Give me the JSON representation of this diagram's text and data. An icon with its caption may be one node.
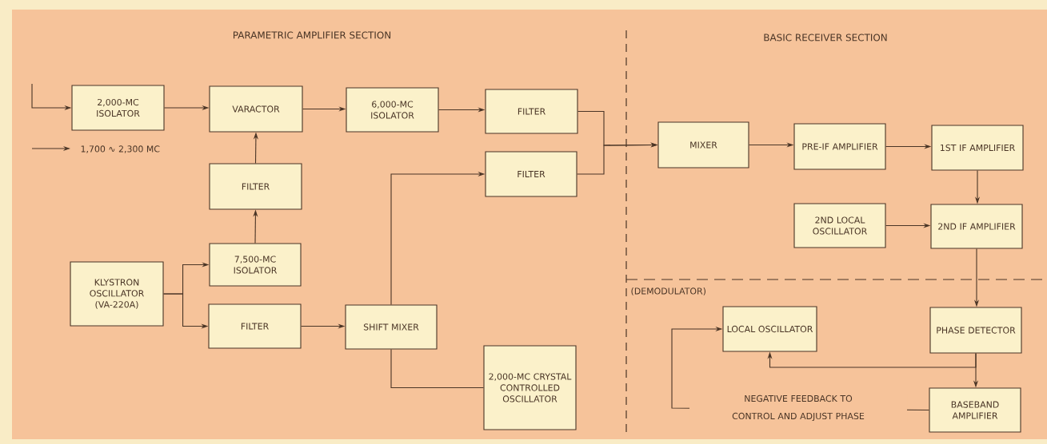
{
  "diagram": {
    "nodes": [
      {
        "text": [
          "2,000-MC ISOLATOR"
        ]
      },
      {
        "text": [
          "VARACTOR"
        ]
      },
      {
        "text": [
          "FILTER"
        ]
      },
      {
        "text": [
          "7,500-MC ISOLATOR"
        ]
      },
      {
        "text": [
          "KLYSTRON OSCILLATOR (VA-220A)"
        ]
      },
      {
        "text": [
          "FILTER"
        ]
      },
      {
        "text": [
          "6,000-MC ISOLATOR"
        ]
      },
      {
        "text": [
          "FILTER"
        ]
      },
      {
        "text": [
          "FILTER"
        ]
      },
      {
        "text": [
          "SHIFT MIXER"
        ]
      },
      {
        "text": [
          "2,000-MC CRYSTAL CONTROLLED OSCILLATOR"
        ]
      },
      {
        "text": [
          "MIXER"
        ]
      },
      {
        "text": [
          "PRE-IF AMPLIFIER"
        ]
      },
      {
        "text": [
          "1ST IF AMPLIFIER"
        ]
      },
      {
        "text": [
          "2ND LOCAL OSCILLATOR"
        ]
      },
      {
        "text": [
          "2ND IF AMPLIFIER"
        ]
      },
      {
        "text": [
          "LOCAL OSCILLATOR"
        ]
      },
      {
        "text": [
          "PHASE DETECTOR"
        ]
      },
      {
        "text": [
          "BASEBAND AMPLIFIER"
        ]
      }
    ],
    "edges": [
      {
        "from": null,
        "to": 0,
        "arrow": "to"
      },
      {
        "from": 0,
        "to": 1,
        "arrow": "to"
      },
      {
        "from": 2,
        "to": 1,
        "arrow": "to"
      },
      {
        "from": 3,
        "to": 2,
        "arrow": "to"
      },
      {
        "from": 4,
        "to": 3,
        "arrow": "to"
      },
      {
        "from": 4,
        "to": 5,
        "arrow": "to"
      },
      {
        "from": 1,
        "to": 6,
        "arrow": "to"
      },
      {
        "from": 6,
        "to": 7,
        "arrow": "to"
      },
      {
        "from": 5,
        "to": 9,
        "arrow": "to"
      },
      {
        "from": 9,
        "to": 8,
        "arrow": "to"
      },
      {
        "from": 9,
        "to": 10,
        "arrow": "none"
      },
      {
        "from": 7,
        "to": 11,
        "arrow": "to"
      },
      {
        "from": 8,
        "to": 11,
        "arrow": "to"
      },
      {
        "from": 11,
        "to": 12,
        "arrow": "to"
      },
      {
        "from": 12,
        "to": 13,
        "arrow": "to"
      },
      {
        "from": 13,
        "to": 15,
        "arrow": "to"
      },
      {
        "from": 14,
        "to": 15,
        "arrow": "to"
      },
      {
        "from": 15,
        "to": 17,
        "arrow": "to"
      },
      {
        "from": 17,
        "to": 18,
        "arrow": "to"
      },
      {
        "from": 17,
        "to": 16,
        "arrow": "to"
      },
      {
        "from": 18,
        "to": 16,
        "arrow": "to",
        "label": "NEGATIVE FEEDBACK TO CONTROL AND ADJUST PHASE"
      }
    ],
    "labels": [
      "PARAMETRIC AMPLIFIER SECTION",
      "BASIC RECEIVER SECTION",
      "1,700 ∿ 2,300 MC",
      "(DEMODULATOR)"
    ]
  }
}
